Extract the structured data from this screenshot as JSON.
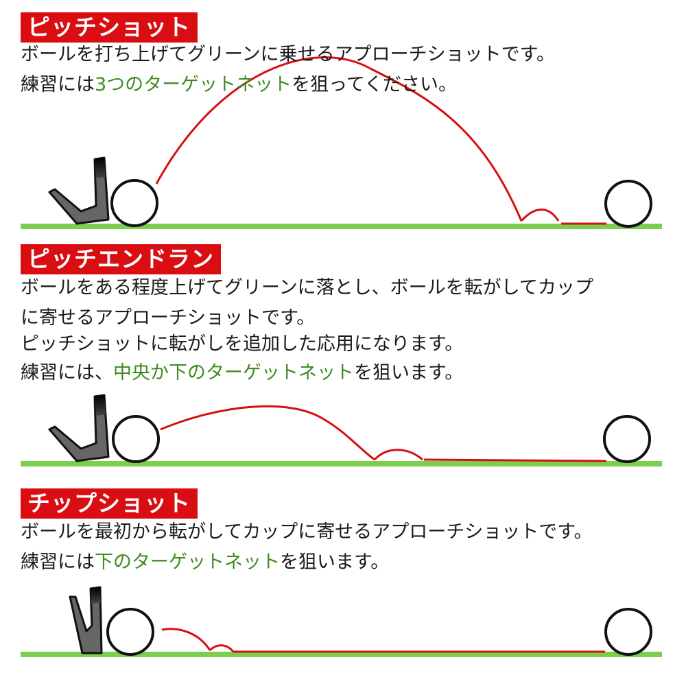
{
  "colors": {
    "label_bg": "#d90d12",
    "label_text": "#ffffff",
    "body_text": "#1a1a1a",
    "highlight": "#3d8c20",
    "trajectory": "#d90d12",
    "ground": "#7ccf4e",
    "club": "#666666",
    "club_grip": "#111111",
    "ball": "#ffffff"
  },
  "sections": [
    {
      "label": "ピッチショット",
      "lines": [
        {
          "pre": "ボールを打ち上げてグリーンに乗せるアプローチショットです。",
          "hl": "",
          "post": ""
        },
        {
          "pre": "練習には",
          "hl": "3つのターゲットネット",
          "post": "を狙ってください。"
        }
      ]
    },
    {
      "label": "ピッチエンドラン",
      "lines": [
        {
          "pre": "ボールをある程度上げてグリーンに落とし、ボールを転がしてカップ",
          "hl": "",
          "post": ""
        },
        {
          "pre": "に寄せるアプローチショットです。",
          "hl": "",
          "post": ""
        },
        {
          "pre": "ピッチショットに転がしを追加した応用になります。",
          "hl": "",
          "post": ""
        },
        {
          "pre": "練習には、",
          "hl": "中央か下のターゲットネット",
          "post": "を狙います。"
        }
      ]
    },
    {
      "label": "チップショット",
      "lines": [
        {
          "pre": "ボールを最初から転がしてカップに寄せるアプローチショットです。",
          "hl": "",
          "post": ""
        },
        {
          "pre": "練習には",
          "hl": "下のターゲットネット",
          "post": "を狙います。"
        }
      ]
    }
  ],
  "icons": [
    "golf-club-icon",
    "golf-ball-icon",
    "cup-ball-icon"
  ]
}
